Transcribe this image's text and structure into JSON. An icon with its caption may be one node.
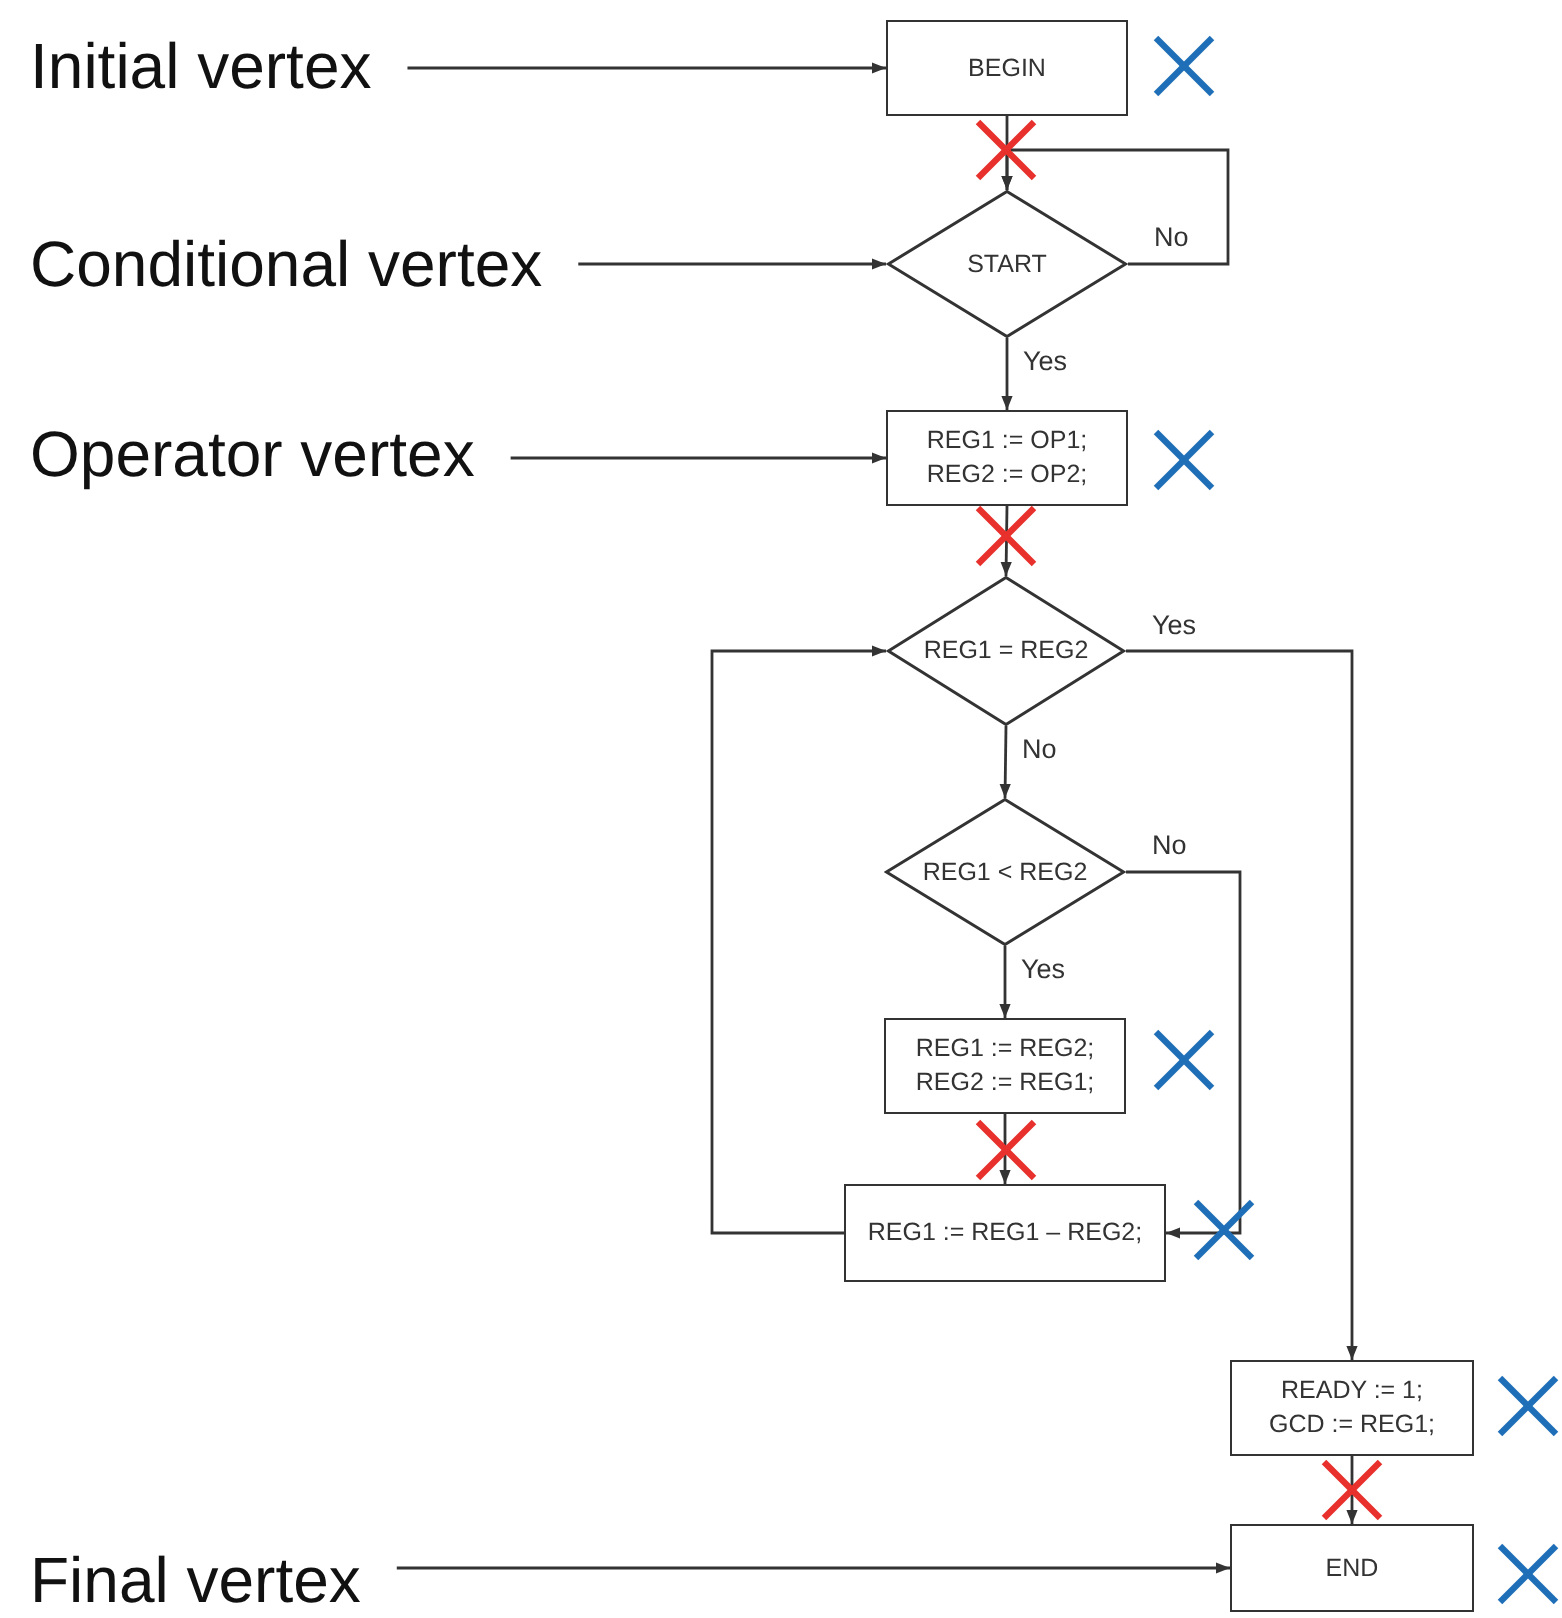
{
  "diagram": {
    "nodes": [
      {
        "text": [
          "BEGIN"
        ]
      },
      {
        "text": [
          "START"
        ]
      },
      {
        "text": [
          "REG1 := OP1; REG2 := OP2;"
        ]
      },
      {
        "text": [
          "REG1 = REG2"
        ]
      },
      {
        "text": [
          "REG1 < REG2"
        ]
      },
      {
        "text": [
          "REG1 := REG2; REG2 := REG1;"
        ]
      },
      {
        "text": [
          "REG1 := REG1 – REG2;"
        ]
      },
      {
        "text": [
          "READY := 1; GCD := REG1;"
        ]
      },
      {
        "text": [
          "END"
        ]
      },
      {
        "text": [
          "Initial vertex"
        ]
      },
      {
        "text": [
          "Conditional vertex"
        ]
      },
      {
        "text": [
          "Operator vertex"
        ]
      },
      {
        "text": [
          "Final vertex"
        ]
      }
    ],
    "edges": [
      {
        "from": 0,
        "to": 1,
        "arrow": "to"
      },
      {
        "from": 1,
        "to": 1,
        "arrow": "to",
        "label": "No"
      },
      {
        "from": 1,
        "to": 2,
        "arrow": "to",
        "label": "Yes"
      },
      {
        "from": 2,
        "to": 3,
        "arrow": "to"
      },
      {
        "from": 3,
        "to": 7,
        "arrow": "to",
        "label": "Yes"
      },
      {
        "from": 3,
        "to": 4,
        "arrow": "to",
        "label": "No"
      },
      {
        "from": 4,
        "to": 6,
        "arrow": "to",
        "label": "No"
      },
      {
        "from": 4,
        "to": 5,
        "arrow": "to",
        "label": "Yes"
      },
      {
        "from": 5,
        "to": 6,
        "arrow": "to"
      },
      {
        "from": 6,
        "to": 3,
        "arrow": "to"
      },
      {
        "from": 7,
        "to": 8,
        "arrow": "to"
      },
      {
        "from": 9,
        "to": 0,
        "arrow": "to"
      },
      {
        "from": 10,
        "to": 1,
        "arrow": "to"
      },
      {
        "from": 11,
        "to": 2,
        "arrow": "to"
      },
      {
        "from": 12,
        "to": 8,
        "arrow": "to"
      }
    ]
  }
}
